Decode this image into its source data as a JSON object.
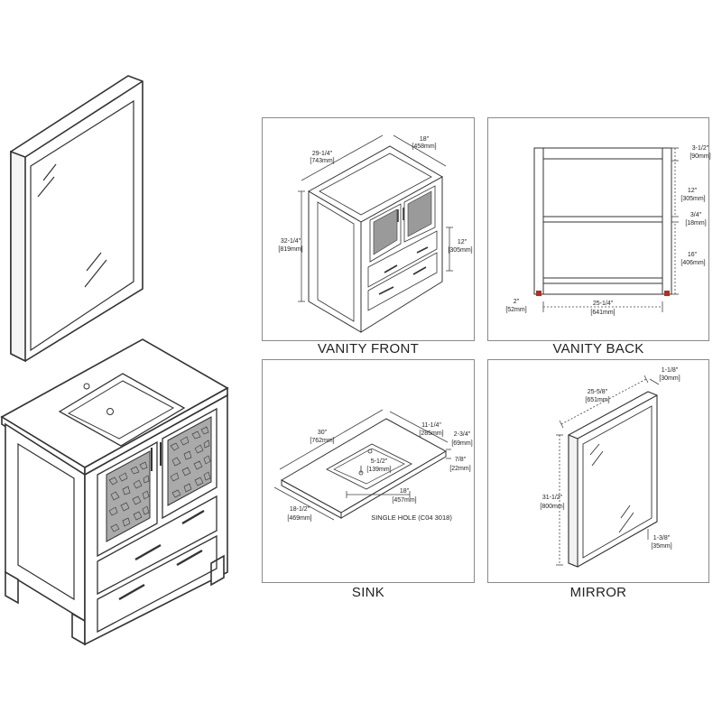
{
  "labels": {
    "vanity_front": "VANITY FRONT",
    "vanity_back": "VANITY BACK",
    "sink": "SINK",
    "mirror": "MIRROR"
  },
  "vanity_front": {
    "width": "29-1/4\"",
    "width_mm": "[743mm]",
    "depth": "18\"",
    "depth_mm": "[458mm]",
    "height": "32-1/4\"",
    "height_mm": "[819mm]",
    "drawer": "12\"",
    "drawer_mm": "[305mm]"
  },
  "vanity_back": {
    "top": "3-1/2\"",
    "top_mm": "[90mm]",
    "mid": "12\"",
    "mid_mm": "[305mm]",
    "shelf": "3/4\"",
    "shelf_mm": "[18mm]",
    "bottom": "16\"",
    "bottom_mm": "[406mm]",
    "leg": "2\"",
    "leg_mm": "[52mm]",
    "inner": "25-1/4\"",
    "inner_mm": "[641mm]"
  },
  "sink": {
    "width": "30\"",
    "width_mm": "[762mm]",
    "bowl_offset": "11-1/4\"",
    "bowl_offset_mm": "[285mm]",
    "edge": "2-3/4\"",
    "edge_mm": "[69mm]",
    "thickness": "7/8\"",
    "thickness_mm": "[22mm]",
    "bowl_depth": "5-1/2\"",
    "bowl_depth_mm": "[139mm]",
    "bowl_width": "18\"",
    "bowl_width_mm": "[457mm]",
    "depth": "18-1/2\"",
    "depth_mm": "[469mm]",
    "note": "SINGLE HOLE (C04 3018)"
  },
  "mirror": {
    "thickness": "1-1/8\"",
    "thickness_mm": "[30mm]",
    "width": "25-5/8\"",
    "width_mm": "[651mm]",
    "height": "31-1/2\"",
    "height_mm": "[800mm]",
    "frame": "1-3/8\"",
    "frame_mm": "[35mm]"
  }
}
